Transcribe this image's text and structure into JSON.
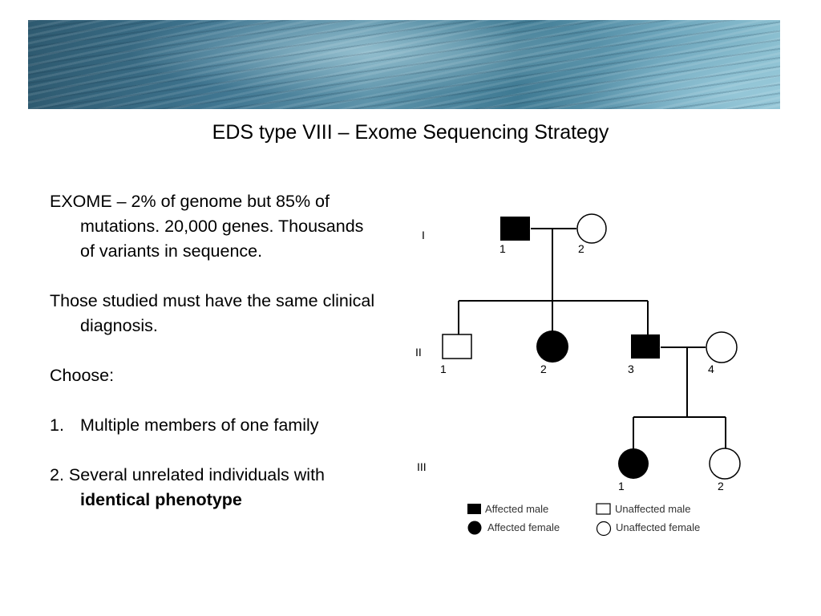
{
  "slide": {
    "title": "EDS type VIII – Exome Sequencing Strategy"
  },
  "bullets": {
    "p1": "EXOME – 2% of genome but 85% of mutations.  20,000 genes. Thousands of variants in sequence.",
    "p2": "Those studied must have the same clinical diagnosis.",
    "p3": "Choose:",
    "item1_num": "1.",
    "item1_text": "Multiple members of one family",
    "item2_prefix": "2.  Several unrelated individuals with ",
    "item2_bold": "identical phenotype"
  },
  "pedigree": {
    "generations": [
      "I",
      "II",
      "III"
    ],
    "gen1": {
      "m1": "1",
      "m2": "2"
    },
    "gen2": {
      "m1": "1",
      "m2": "2",
      "m3": "3",
      "m4": "4"
    },
    "gen3": {
      "m1": "1",
      "m2": "2"
    },
    "legend": {
      "affected_male": "Affected male",
      "unaffected_male": "Unaffected male",
      "affected_female": "Affected female",
      "unaffected_female": "Unaffected female"
    }
  }
}
